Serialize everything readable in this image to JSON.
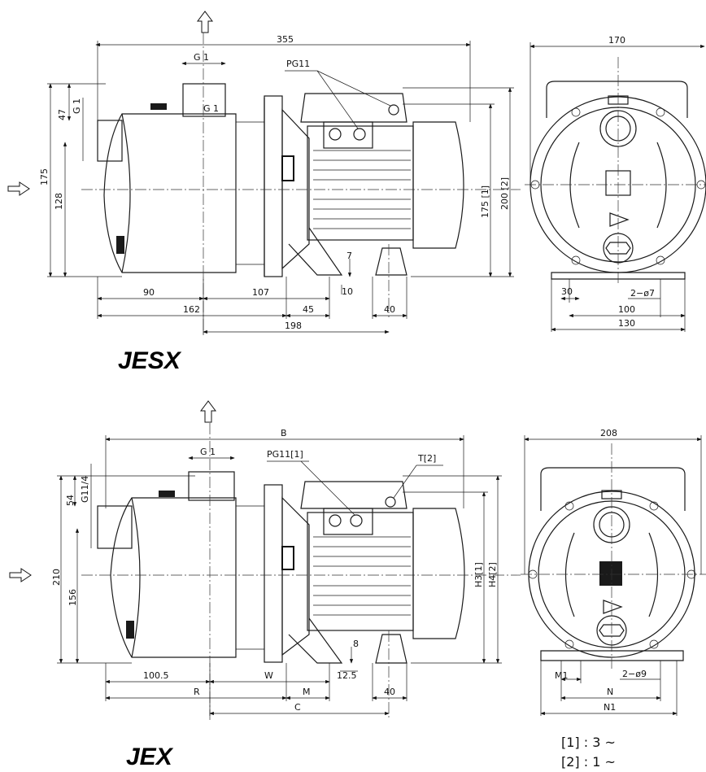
{
  "top": {
    "title": "JESX",
    "dims": {
      "overall_length": "355",
      "suction": "G 1",
      "suction2": "G 1",
      "vert_g": "G 1",
      "pg": "PG11",
      "h47": "47",
      "h175": "175",
      "h128": "128",
      "h175_1": "175 [1]",
      "h200_2": "200 [2]",
      "b90": "90",
      "b107": "107",
      "b162": "162",
      "b45": "45",
      "b198": "198",
      "b40": "40",
      "f7": "7",
      "f10": "10"
    },
    "side": {
      "width": "170",
      "w30": "30",
      "holes": "2−ø7",
      "w100": "100",
      "w130": "130"
    }
  },
  "bottom": {
    "title": "JEX",
    "dims": {
      "overall_length": "B",
      "suction": "G 1",
      "vert_g": "G11/4",
      "pg": "PG11[1]",
      "t": "T[2]",
      "h54": "54",
      "h210": "210",
      "h156": "156",
      "h3": "H3[1]",
      "h4": "H4[2]",
      "b100_5": "100.5",
      "bw": "W",
      "br": "R",
      "bm": "M",
      "bc": "C",
      "b40": "40",
      "f8": "8",
      "f12_5": "12.5"
    },
    "side": {
      "width": "208",
      "m1": "M1",
      "holes": "2−ø9",
      "n": "N",
      "n1": "N1"
    }
  },
  "legend": {
    "line1": "[1] : 3 ~",
    "line2": "[2] : 1 ~"
  }
}
